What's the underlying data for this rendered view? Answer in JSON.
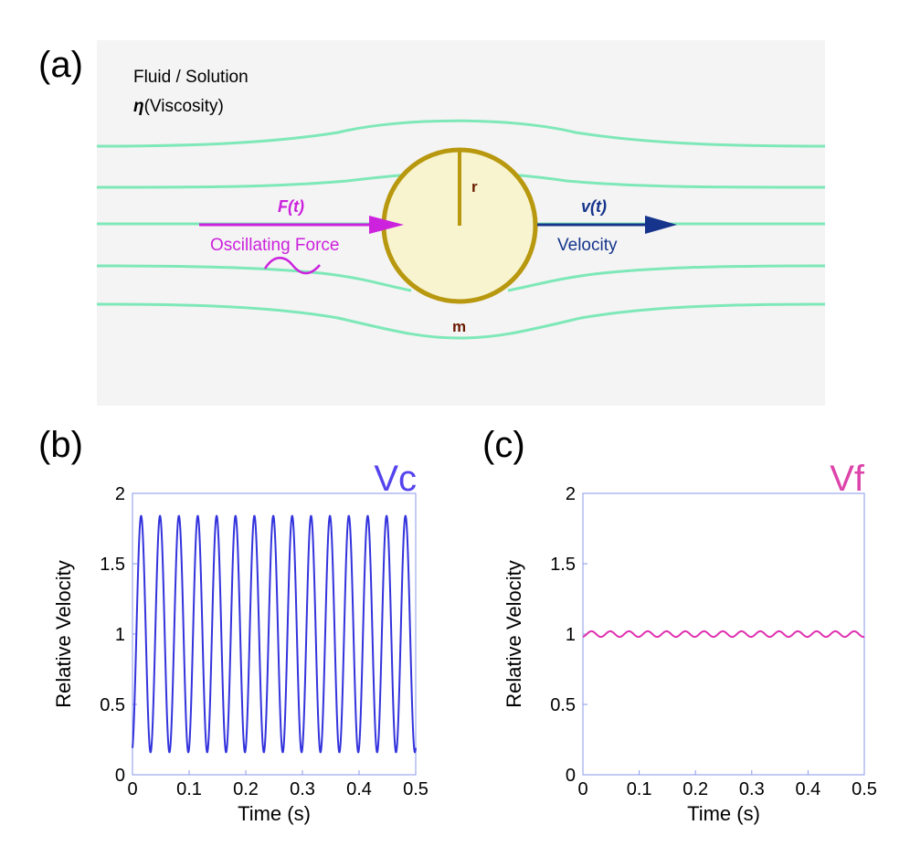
{
  "panel_a": {
    "label": "(a)",
    "medium_label": "Fluid / Solution",
    "viscosity_symbol": "η",
    "viscosity_label": "(Viscosity)",
    "force_symbol": "F(t)",
    "force_label": "Oscillating Force",
    "velocity_symbol": "v(t)",
    "velocity_label": "Velocity",
    "radius_label": "r",
    "mass_label": "m"
  },
  "colors": {
    "background": "#f4f4f4",
    "streamline": "#7ee8b8",
    "sphere_fill": "#f7f4cf",
    "sphere_stroke": "#b8980e",
    "force": "#cc22dd",
    "velocity": "#16348c",
    "label_dark": "#6a1a00",
    "vc_series": "#3333dd",
    "vf_series": "#e030b0",
    "vc_title": "#5544ee",
    "vf_title": "#dd44aa",
    "axis_frame": "#8899ee"
  },
  "chart_data": [
    {
      "type": "line",
      "panel_label": "(b)",
      "title": "Vc",
      "xlabel": "Time (s)",
      "ylabel": "Relative Velocity",
      "xlim": [
        0,
        0.5
      ],
      "ylim": [
        0,
        2
      ],
      "xticks": [
        "0",
        "0.1",
        "0.2",
        "0.3",
        "0.4",
        "0.5"
      ],
      "yticks": [
        "0",
        "0.5",
        "1",
        "1.5",
        "2"
      ],
      "series": [
        {
          "mean": 1.0,
          "amplitude": 0.84,
          "frequency_hz": 30,
          "t0": 0,
          "t1": 0.5
        }
      ]
    },
    {
      "type": "line",
      "panel_label": "(c)",
      "title": "Vf",
      "xlabel": "Time (s)",
      "ylabel": "Relative Velocity",
      "xlim": [
        0,
        0.5
      ],
      "ylim": [
        0,
        2
      ],
      "xticks": [
        "0",
        "0.1",
        "0.2",
        "0.3",
        "0.4",
        "0.5"
      ],
      "yticks": [
        "0",
        "0.5",
        "1",
        "1.5",
        "2"
      ],
      "series": [
        {
          "mean": 1.0,
          "amplitude": 0.02,
          "frequency_hz": 30,
          "t0": 0,
          "t1": 0.5
        }
      ]
    }
  ]
}
